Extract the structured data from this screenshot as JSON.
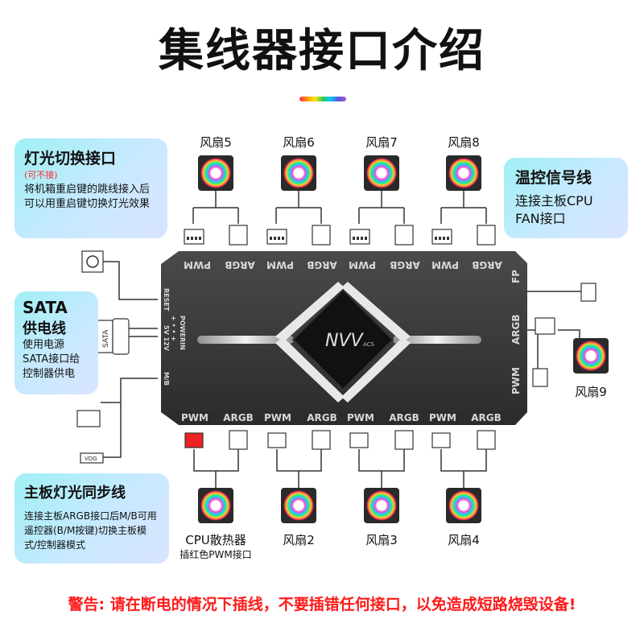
{
  "title": "集线器接口介绍",
  "cards": {
    "light_switch": {
      "title": "灯光切换接口",
      "note": "(可不接)",
      "desc": "将机箱重启键的跳线接入后可以用重启键切换灯光效果"
    },
    "temp_signal": {
      "title": "温控信号线",
      "desc": "连接主板CPU FAN接口"
    },
    "sata": {
      "title": "SATA",
      "title2": "供电线",
      "desc": "使用电源SATA接口给控制器供电"
    },
    "mb_sync": {
      "title": "主板灯光同步线",
      "desc": "连接主板ARGB接口后M/B可用遥控器(B/M按键)切换主板模式/控制器模式"
    }
  },
  "fans": {
    "fan5": "风扇5",
    "fan6": "风扇6",
    "fan7": "风扇7",
    "fan8": "风扇8",
    "fan9": "风扇9",
    "cpu": "CPU散热器",
    "cpu_note": "插红色PWM接口",
    "fan2": "风扇2",
    "fan3": "风扇3",
    "fan4": "风扇4"
  },
  "hub": {
    "top_ports": [
      "PWM",
      "ARGB",
      "PWM",
      "ARGB",
      "PWM",
      "ARGB",
      "PWM",
      "ARGB"
    ],
    "bottom_ports": [
      "PWM",
      "ARGB",
      "PWM",
      "ARGB",
      "PWM",
      "ARGB",
      "PWM",
      "ARGB"
    ],
    "left_labels": {
      "reset": "RESET",
      "powerin": "POWERIN",
      "powerin_pins": "+ • • +",
      "voltage": "5V 12V",
      "mb": "M/B"
    },
    "right_labels": {
      "fp": "FP",
      "argb": "ARGB",
      "pwm": "PWM"
    },
    "logo": "NVV",
    "logo_sub": "ACS"
  },
  "connectors": {
    "sata": "SATA",
    "vdg": "VDG"
  },
  "warning": "警告: 请在断电的情况下插线，不要插错任何接口，以免造成短路烧毁设备!",
  "colors": {
    "warning": "#ff1a1a",
    "hub": "#3a3a3a",
    "card_bg": "#b8ecf7",
    "cpu_pwm": "#ee2222"
  }
}
